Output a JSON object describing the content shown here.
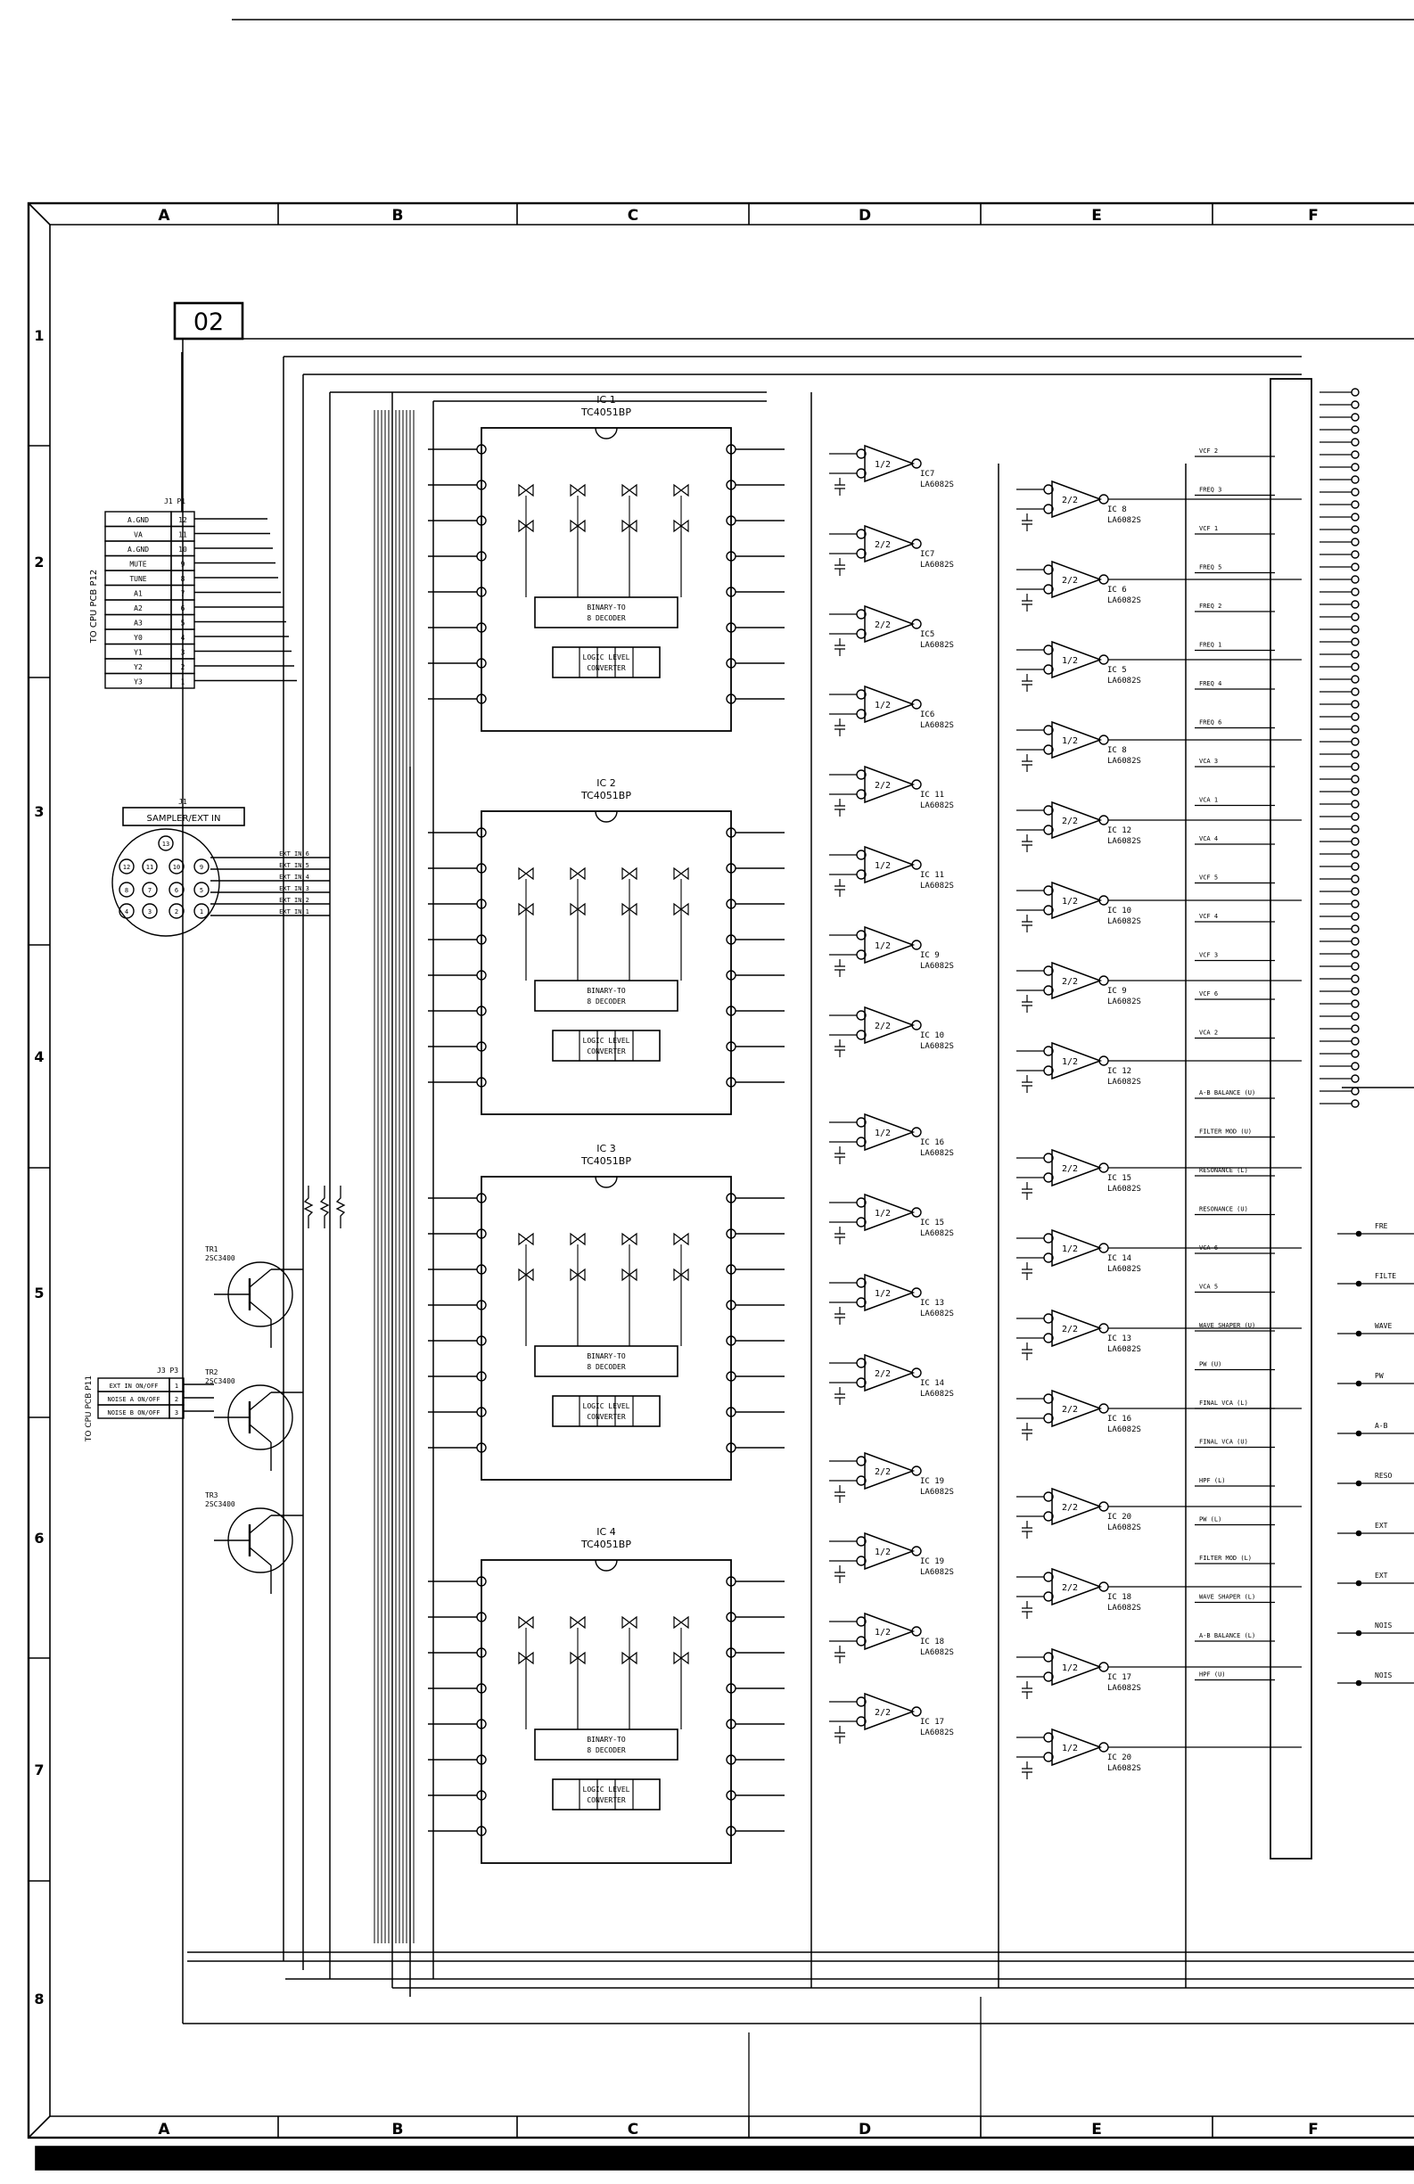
{
  "sheet": {
    "id": "02",
    "columns": [
      "A",
      "B",
      "C",
      "D",
      "E",
      "F"
    ],
    "rows": [
      "1",
      "2",
      "3",
      "4",
      "5",
      "6",
      "7",
      "8"
    ]
  },
  "connector_cpu_p12": {
    "side_label": "TO CPU PCB P12",
    "header": "J1  P1",
    "pins": [
      {
        "name": "A.GND",
        "num": "12"
      },
      {
        "name": "VA",
        "num": "11"
      },
      {
        "name": "A.GND",
        "num": "10"
      },
      {
        "name": "MUTE",
        "num": "9"
      },
      {
        "name": "TUNE",
        "num": "8"
      },
      {
        "name": "A1",
        "num": "7"
      },
      {
        "name": "A2",
        "num": "6"
      },
      {
        "name": "A3",
        "num": "5"
      },
      {
        "name": "Y0",
        "num": "4"
      },
      {
        "name": "Y1",
        "num": "3"
      },
      {
        "name": "Y2",
        "num": "2"
      },
      {
        "name": "Y3",
        "num": "1"
      }
    ]
  },
  "sampler": {
    "label": "SAMPLER/EXT IN",
    "ref": "J1",
    "pins": [
      "13",
      "12",
      "11",
      "10",
      "9",
      "8",
      "7",
      "6",
      "5",
      "4",
      "3",
      "2",
      "1"
    ],
    "lines": [
      "EXT IN 6",
      "EXT IN 5",
      "EXT IN 4",
      "EXT IN 3",
      "EXT IN 2",
      "EXT IN 1"
    ]
  },
  "connector_cpu_p11": {
    "side_label": "TO CPU PCB P11",
    "header": "J3  P3",
    "pins": [
      {
        "name": "EXT IN ON/OFF",
        "num": "1"
      },
      {
        "name": "NOISE A ON/OFF",
        "num": "2"
      },
      {
        "name": "NOISE B ON/OFF",
        "num": "3"
      }
    ]
  },
  "transistors": [
    {
      "ref": "TR1",
      "part": "2SC3400"
    },
    {
      "ref": "TR2",
      "part": "2SC3400"
    },
    {
      "ref": "TR3",
      "part": "2SC3400"
    }
  ],
  "ics": [
    {
      "ref": "IC 1",
      "part": "TC4051BP",
      "decoder": "BINARY-TO 8 DECODER",
      "converter": "LOGIC LEVEL CONVERTER"
    },
    {
      "ref": "IC 2",
      "part": "TC4051BP",
      "decoder": "BINARY-TO 8 DECODER",
      "converter": "LOGIC LEVEL CONVERTER"
    },
    {
      "ref": "IC 3",
      "part": "TC4051BP",
      "decoder": "BINARY-TO 8 DECODER",
      "converter": "LOGIC LEVEL CONVERTER"
    },
    {
      "ref": "IC 4",
      "part": "TC4051BP",
      "decoder": "BINARY-TO 8 DECODER",
      "converter": "LOGIC LEVEL CONVERTER"
    }
  ],
  "opamps_d": [
    {
      "ref": "IC7",
      "half": "1/2",
      "part": "LA6082S"
    },
    {
      "ref": "IC7",
      "half": "2/2",
      "part": "LA6082S"
    },
    {
      "ref": "IC5",
      "half": "2/2",
      "part": "LA6082S"
    },
    {
      "ref": "IC6",
      "half": "1/2",
      "part": "LA6082S"
    },
    {
      "ref": "IC 11",
      "half": "2/2",
      "part": "LA6082S"
    },
    {
      "ref": "IC 11",
      "half": "1/2",
      "part": "LA6082S"
    },
    {
      "ref": "IC 9",
      "half": "1/2",
      "part": "LA6082S"
    },
    {
      "ref": "IC 10",
      "half": "2/2",
      "part": "LA6082S"
    },
    {
      "ref": "IC 16",
      "half": "1/2",
      "part": "LA6082S"
    },
    {
      "ref": "IC 15",
      "half": "1/2",
      "part": "LA6082S"
    },
    {
      "ref": "IC 13",
      "half": "1/2",
      "part": "LA6082S"
    },
    {
      "ref": "IC 14",
      "half": "2/2",
      "part": "LA6082S"
    },
    {
      "ref": "IC 19",
      "half": "2/2",
      "part": "LA6082S"
    },
    {
      "ref": "IC 19",
      "half": "1/2",
      "part": "LA6082S"
    },
    {
      "ref": "IC 18",
      "half": "1/2",
      "part": "LA6082S"
    },
    {
      "ref": "IC 17",
      "half": "2/2",
      "part": "LA6082S"
    }
  ],
  "opamps_e": [
    {
      "ref": "IC 8",
      "half": "2/2",
      "part": "LA6082S"
    },
    {
      "ref": "IC 6",
      "half": "2/2",
      "part": "LA6082S"
    },
    {
      "ref": "IC 5",
      "half": "1/2",
      "part": "LA6082S"
    },
    {
      "ref": "IC 8",
      "half": "1/2",
      "part": "LA6082S"
    },
    {
      "ref": "IC 12",
      "half": "2/2",
      "part": "LA6082S"
    },
    {
      "ref": "IC 10",
      "half": "1/2",
      "part": "LA6082S"
    },
    {
      "ref": "IC 9",
      "half": "2/2",
      "part": "LA6082S"
    },
    {
      "ref": "IC 12",
      "half": "1/2",
      "part": "LA6082S"
    },
    {
      "ref": "IC 15",
      "half": "2/2",
      "part": "LA6082S"
    },
    {
      "ref": "IC 14",
      "half": "1/2",
      "part": "LA6082S"
    },
    {
      "ref": "IC 13",
      "half": "2/2",
      "part": "LA6082S"
    },
    {
      "ref": "IC 16",
      "half": "2/2",
      "part": "LA6082S"
    },
    {
      "ref": "IC 20",
      "half": "2/2",
      "part": "LA6082S"
    },
    {
      "ref": "IC 18",
      "half": "2/2",
      "part": "LA6082S"
    },
    {
      "ref": "IC 17",
      "half": "1/2",
      "part": "LA6082S"
    },
    {
      "ref": "IC 20",
      "half": "1/2",
      "part": "LA6082S"
    }
  ],
  "signals": [
    "VCF 2",
    "FREQ 3",
    "VCF 1",
    "FREQ 5",
    "FREQ 2",
    "FREQ 1",
    "FREQ 4",
    "FREQ 6",
    "VCA 3",
    "VCA 1",
    "VCA 4",
    "VCF 5",
    "VCF 4",
    "VCF 3",
    "VCF 6",
    "VCA 2",
    "A-B BALANCE (U)",
    "FILTER MOD (U)",
    "RESONANCE (L)",
    "RESONANCE (U)",
    "VCA 6",
    "VCA 5",
    "WAVE SHAPER (U)",
    "PW (U)",
    "FINAL VCA (L)",
    "FINAL VCA (U)",
    "HPF (L)",
    "PW (L)",
    "FILTER MOD (L)",
    "WAVE SHAPER (L)",
    "A-B BALANCE (L)",
    "HPF (U)"
  ],
  "edge_labels": [
    "FRE",
    "FILTE",
    "WAVE",
    "PW",
    "A-B",
    "RESO",
    "EXT",
    "EXT",
    "NOIS",
    "NOIS"
  ]
}
